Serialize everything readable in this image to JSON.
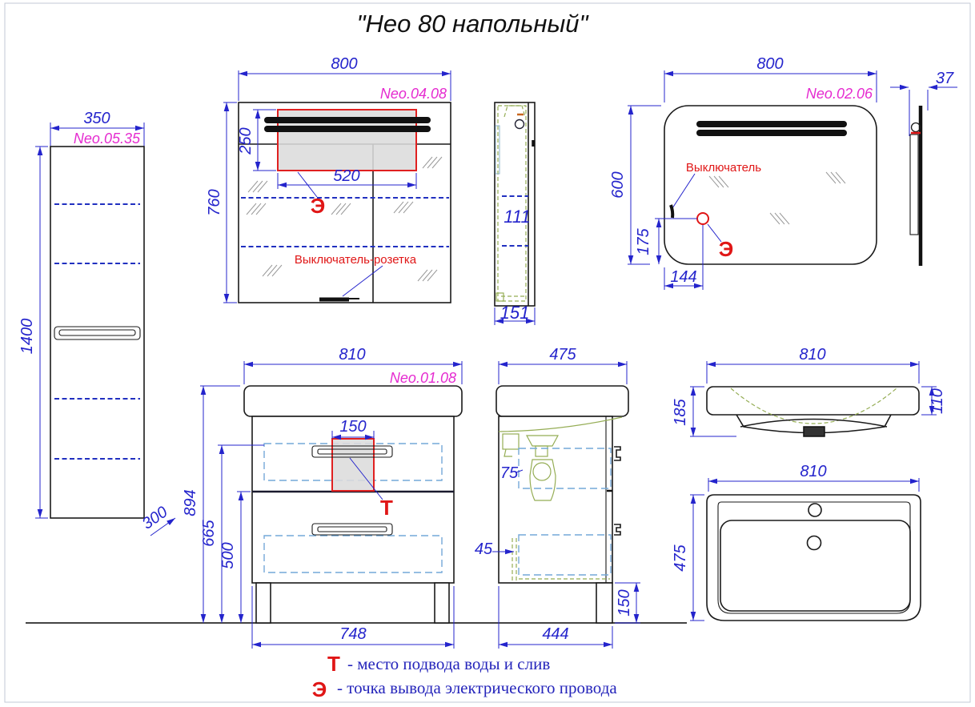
{
  "title": "\"Нео 80 напольный\"",
  "legend": {
    "water": {
      "symbol": "Т",
      "text": "- место подвода воды и слив"
    },
    "electric": {
      "symbol": "Э",
      "text": "- точка вывода электрического провода"
    }
  },
  "labels": {
    "switch_socket": "Выключатель-розетка",
    "switch": "Выключатель",
    "electric_symbol": "Э",
    "water_symbol": "Т"
  },
  "views": {
    "tall_cabinet": {
      "model": "Neo.05.35",
      "width": "350",
      "height": "1400",
      "depth": "300"
    },
    "mirror_cabinet": {
      "model": "Neo.04.08",
      "width": "800",
      "height": "760",
      "panel_height": "250",
      "panel_width": "520"
    },
    "mirror_cabinet_side": {
      "shelf_depth": "111",
      "depth": "151"
    },
    "mirror": {
      "model": "Neo.02.06",
      "width": "800",
      "height": "600",
      "socket_offset_x": "144",
      "socket_offset_y": "175"
    },
    "mirror_side": {
      "depth": "37"
    },
    "vanity": {
      "model": "Neo.01.08",
      "width": "810",
      "height_total": "894",
      "height_top": "665",
      "height_drawer": "500",
      "base_width": "748",
      "supply_width": "150"
    },
    "vanity_side": {
      "depth": "475",
      "drawer_offset": "75",
      "back_gap": "45",
      "base_depth": "444",
      "leg_height": "150"
    },
    "washbasin_side": {
      "width": "810",
      "height": "185",
      "edge": "110"
    },
    "washbasin_top": {
      "width": "810",
      "depth": "475"
    }
  },
  "colors": {
    "dimension": "#2424cc",
    "model_label": "#e52bd0",
    "marker_red": "#e01616",
    "hidden_green": "#95ad55",
    "drawer_zone": "#74a9d8"
  }
}
